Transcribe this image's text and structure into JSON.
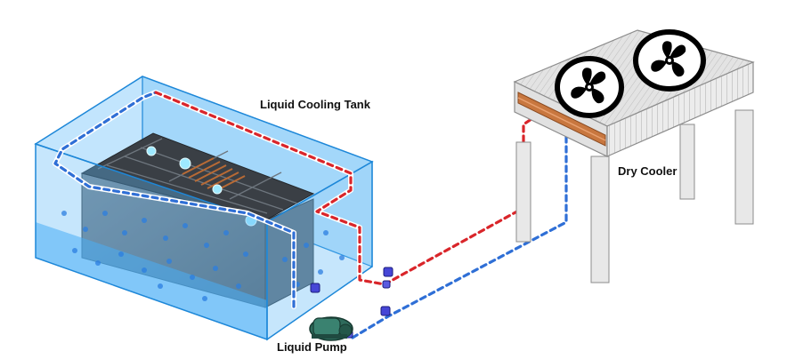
{
  "labels": {
    "tank": "Liquid Cooling Tank",
    "dry_cooler": "Dry Cooler",
    "pump": "Liquid Pump"
  },
  "colors": {
    "tank_liquid": "#3fa9f5",
    "hot_line": "#d9252a",
    "cold_line": "#2f6fd6",
    "pipe_white": "#ffffff",
    "cooler_body": "#e6e6e6",
    "coil": "#c8773f",
    "pump": "#2e6b5c"
  },
  "icons": [
    "fan-icon",
    "valve-icon",
    "pump-icon"
  ]
}
